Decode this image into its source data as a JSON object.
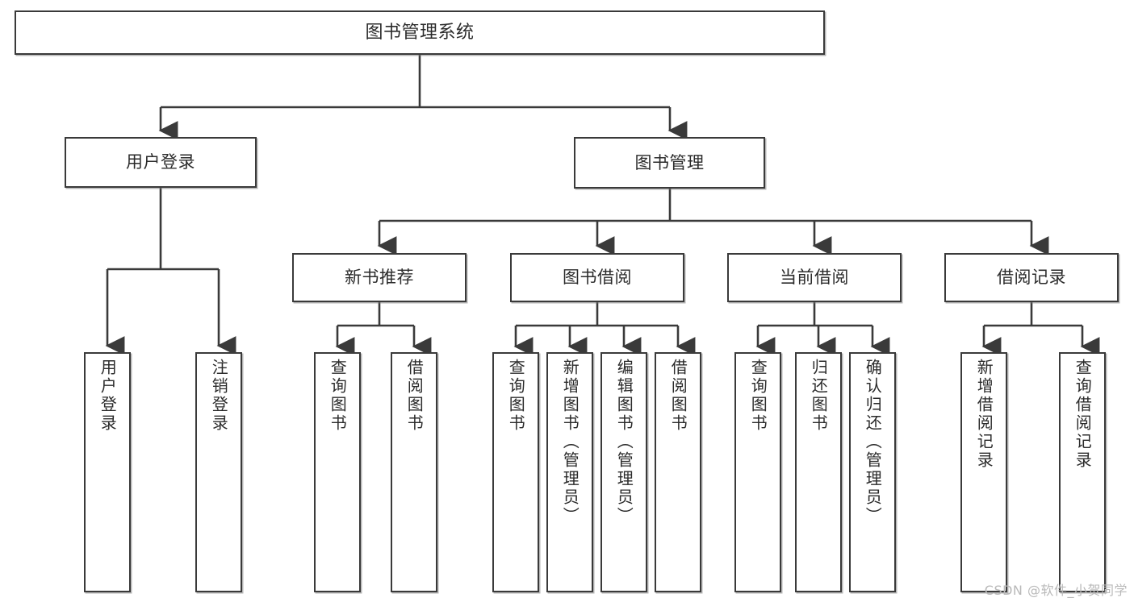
{
  "diagram": {
    "title": "图书管理系统",
    "watermark": "CSDN @软件_小贺同学",
    "stroke_color": "#3a3a3a",
    "fill_color": "#ffffff",
    "text_color": "#2b2b2b",
    "watermark_color": "#b9b9b9"
  },
  "nodes": {
    "root": {
      "label": "图书管理系统"
    },
    "level2": [
      {
        "label": "用户登录"
      },
      {
        "label": "图书管理"
      }
    ],
    "level3": [
      {
        "label": "新书推荐"
      },
      {
        "label": "图书借阅"
      },
      {
        "label": "当前借阅"
      },
      {
        "label": "借阅记录"
      }
    ],
    "leaves": {
      "user_login": [
        {
          "label": "用户登录"
        },
        {
          "label": "注销登录"
        }
      ],
      "new_book_recommend": [
        {
          "label": "查询图书"
        },
        {
          "label": "借阅图书"
        }
      ],
      "book_borrow": [
        {
          "label": "查询图书"
        },
        {
          "label": "新增图书（管理员）"
        },
        {
          "label": "编辑图书（管理员）"
        },
        {
          "label": "借阅图书"
        }
      ],
      "current_borrow": [
        {
          "label": "查询图书"
        },
        {
          "label": "归还图书"
        },
        {
          "label": "确认归还（管理员）"
        }
      ],
      "borrow_record": [
        {
          "label": "新增借阅记录"
        },
        {
          "label": "查询借阅记录"
        }
      ]
    }
  },
  "chart_data": {
    "type": "tree",
    "title": "图书管理系统",
    "root": "图书管理系统",
    "edges": [
      [
        "图书管理系统",
        "用户登录"
      ],
      [
        "图书管理系统",
        "图书管理"
      ],
      [
        "用户登录",
        "用户登录"
      ],
      [
        "用户登录",
        "注销登录"
      ],
      [
        "图书管理",
        "新书推荐"
      ],
      [
        "图书管理",
        "图书借阅"
      ],
      [
        "图书管理",
        "当前借阅"
      ],
      [
        "图书管理",
        "借阅记录"
      ],
      [
        "新书推荐",
        "查询图书"
      ],
      [
        "新书推荐",
        "借阅图书"
      ],
      [
        "图书借阅",
        "查询图书"
      ],
      [
        "图书借阅",
        "新增图书（管理员）"
      ],
      [
        "图书借阅",
        "编辑图书（管理员）"
      ],
      [
        "图书借阅",
        "借阅图书"
      ],
      [
        "当前借阅",
        "查询图书"
      ],
      [
        "当前借阅",
        "归还图书"
      ],
      [
        "当前借阅",
        "确认归还（管理员）"
      ],
      [
        "借阅记录",
        "新增借阅记录"
      ],
      [
        "借阅记录",
        "查询借阅记录"
      ]
    ]
  }
}
